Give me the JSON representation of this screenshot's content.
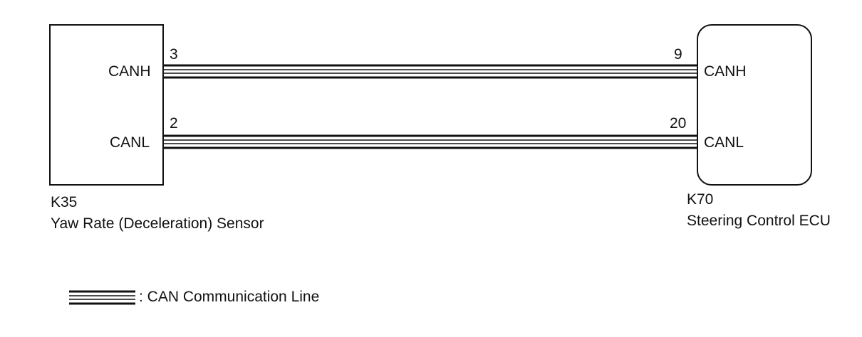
{
  "left_component": {
    "id": "K35",
    "name": "Yaw Rate (Deceleration) Sensor",
    "pins": [
      {
        "signal": "CANH",
        "number": "3"
      },
      {
        "signal": "CANL",
        "number": "2"
      }
    ]
  },
  "right_component": {
    "id": "K70",
    "name": "Steering Control ECU",
    "pins": [
      {
        "signal": "CANH",
        "number": "9"
      },
      {
        "signal": "CANL",
        "number": "20"
      }
    ]
  },
  "legend": {
    "text": ": CAN Communication Line",
    "symbol": "triple-line-icon"
  },
  "colors": {
    "line": "#111111",
    "background": "#ffffff"
  }
}
